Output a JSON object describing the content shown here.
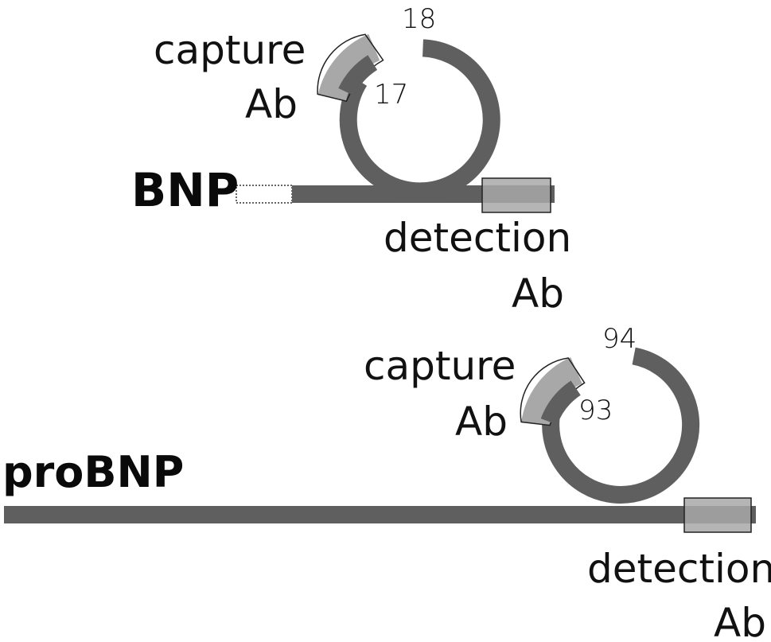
{
  "colors": {
    "chain": "#5f5f5f",
    "antibody": "#a8a8a8",
    "outline": "#222222",
    "text": "#111111"
  },
  "bnp": {
    "title": "BNP",
    "capture_line1": "capture",
    "capture_line2": "Ab",
    "residue_start": "17",
    "residue_end": "18",
    "detection_line1": "detection",
    "detection_line2": "Ab"
  },
  "probnp": {
    "title": "proBNP",
    "capture_line1": "capture",
    "capture_line2": "Ab",
    "residue_start": "93",
    "residue_end": "94",
    "detection_line1": "detection",
    "detection_line2": "Ab"
  }
}
